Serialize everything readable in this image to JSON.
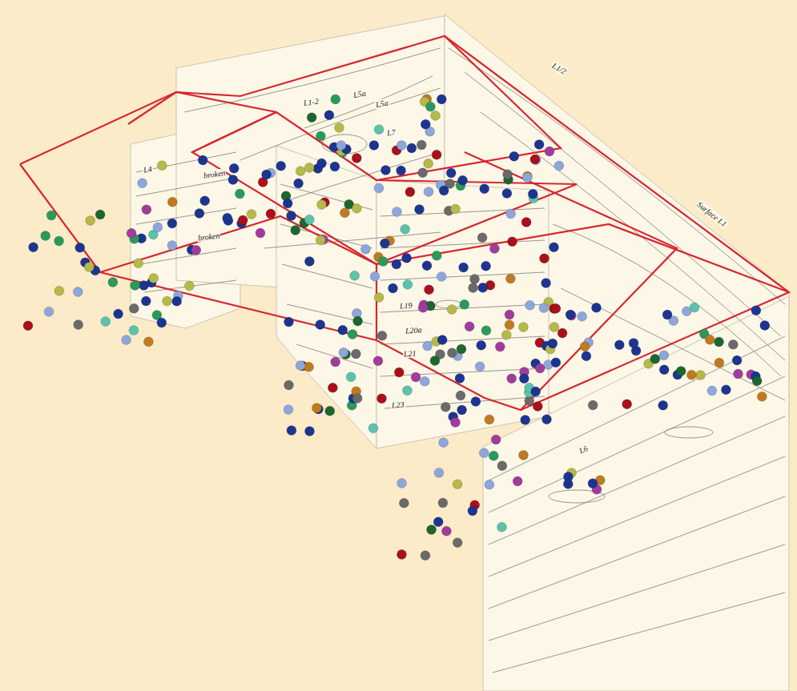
{
  "diagram": {
    "labels": [
      "L1-2",
      "L5a",
      "L5a",
      "L7",
      "L1/2",
      "L4",
      "broken",
      "broken",
      "Surface L1",
      "L19",
      "L20a",
      "L21",
      "L23",
      "L6"
    ]
  }
}
